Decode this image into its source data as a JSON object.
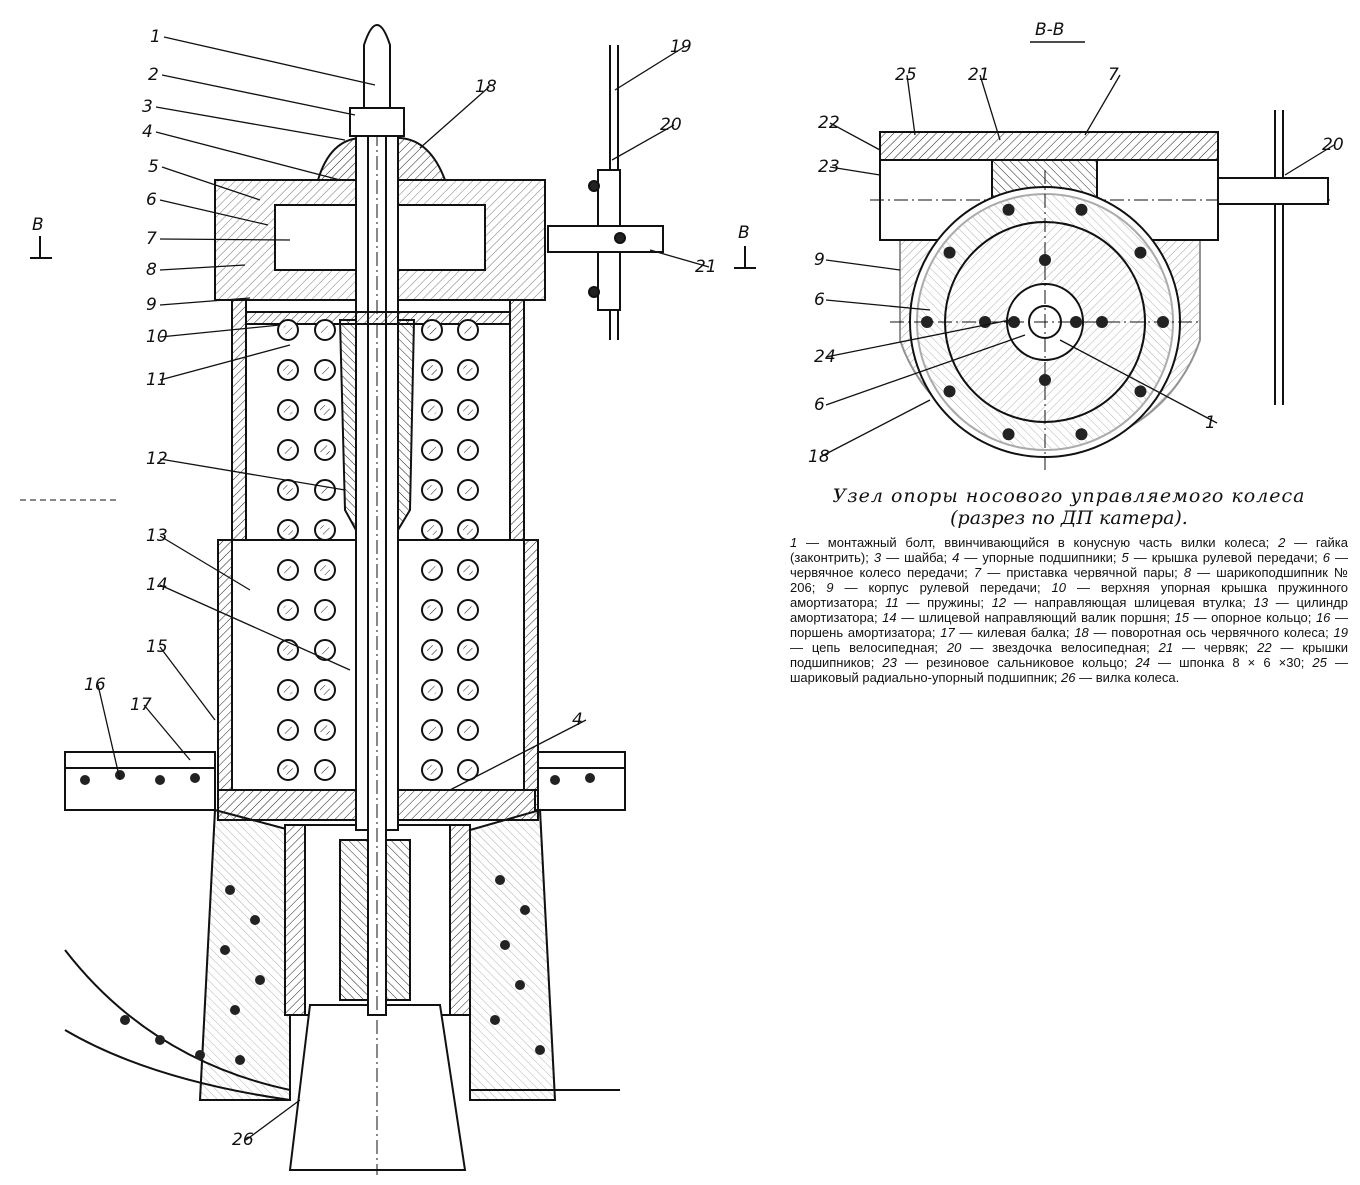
{
  "section_mark": "В-В",
  "section_arrow_label": "В",
  "main_callouts": [
    "1",
    "2",
    "3",
    "4",
    "5",
    "6",
    "7",
    "8",
    "9",
    "10",
    "11",
    "12",
    "13",
    "14",
    "15",
    "16",
    "17",
    "18",
    "19",
    "20",
    "21",
    "4",
    "26"
  ],
  "section_callouts": [
    "25",
    "21",
    "7",
    "22",
    "23",
    "20",
    "9",
    "6",
    "24",
    "6",
    "18",
    "1"
  ],
  "caption": {
    "title": "Узел опоры носового управляемого колеса",
    "subtitle": "(разрез по ДП катера).",
    "items": [
      {
        "n": "1",
        "t": "монтажный болт, ввинчивающийся в конусную часть вилки колеса;"
      },
      {
        "n": "2",
        "t": "гайка (законтрить);"
      },
      {
        "n": "3",
        "t": "шайба;"
      },
      {
        "n": "4",
        "t": "упорные подшипники;"
      },
      {
        "n": "5",
        "t": "крышка рулевой передачи;"
      },
      {
        "n": "6",
        "t": "червячное колесо передачи;"
      },
      {
        "n": "7",
        "t": "приставка червячной пары;"
      },
      {
        "n": "8",
        "t": "шарикоподшипник № 206;"
      },
      {
        "n": "9",
        "t": "корпус рулевой передачи;"
      },
      {
        "n": "10",
        "t": "верхняя упорная крышка пружинного амортизатора;"
      },
      {
        "n": "11",
        "t": "пружины;"
      },
      {
        "n": "12",
        "t": "направляющая шлицевая втулка;"
      },
      {
        "n": "13",
        "t": "цилиндр амортизатора;"
      },
      {
        "n": "14",
        "t": "шлицевой направляющий валик поршня;"
      },
      {
        "n": "15",
        "t": "опорное кольцо;"
      },
      {
        "n": "16",
        "t": "поршень амортизатора;"
      },
      {
        "n": "17",
        "t": "килевая балка;"
      },
      {
        "n": "18",
        "t": "поворотная ось червячного колеса;"
      },
      {
        "n": "19",
        "t": "цепь велосипедная;"
      },
      {
        "n": "20",
        "t": "звездочка велосипедная;"
      },
      {
        "n": "21",
        "t": "червяк;"
      },
      {
        "n": "22",
        "t": "крышки подшипников;"
      },
      {
        "n": "23",
        "t": "резиновое сальниковое кольцо;"
      },
      {
        "n": "24",
        "t": "шпонка 8 × 6 ×30;"
      },
      {
        "n": "25",
        "t": "шариковый радиально-упорный подшипник;"
      },
      {
        "n": "26",
        "t": "вилка колеса."
      }
    ]
  }
}
